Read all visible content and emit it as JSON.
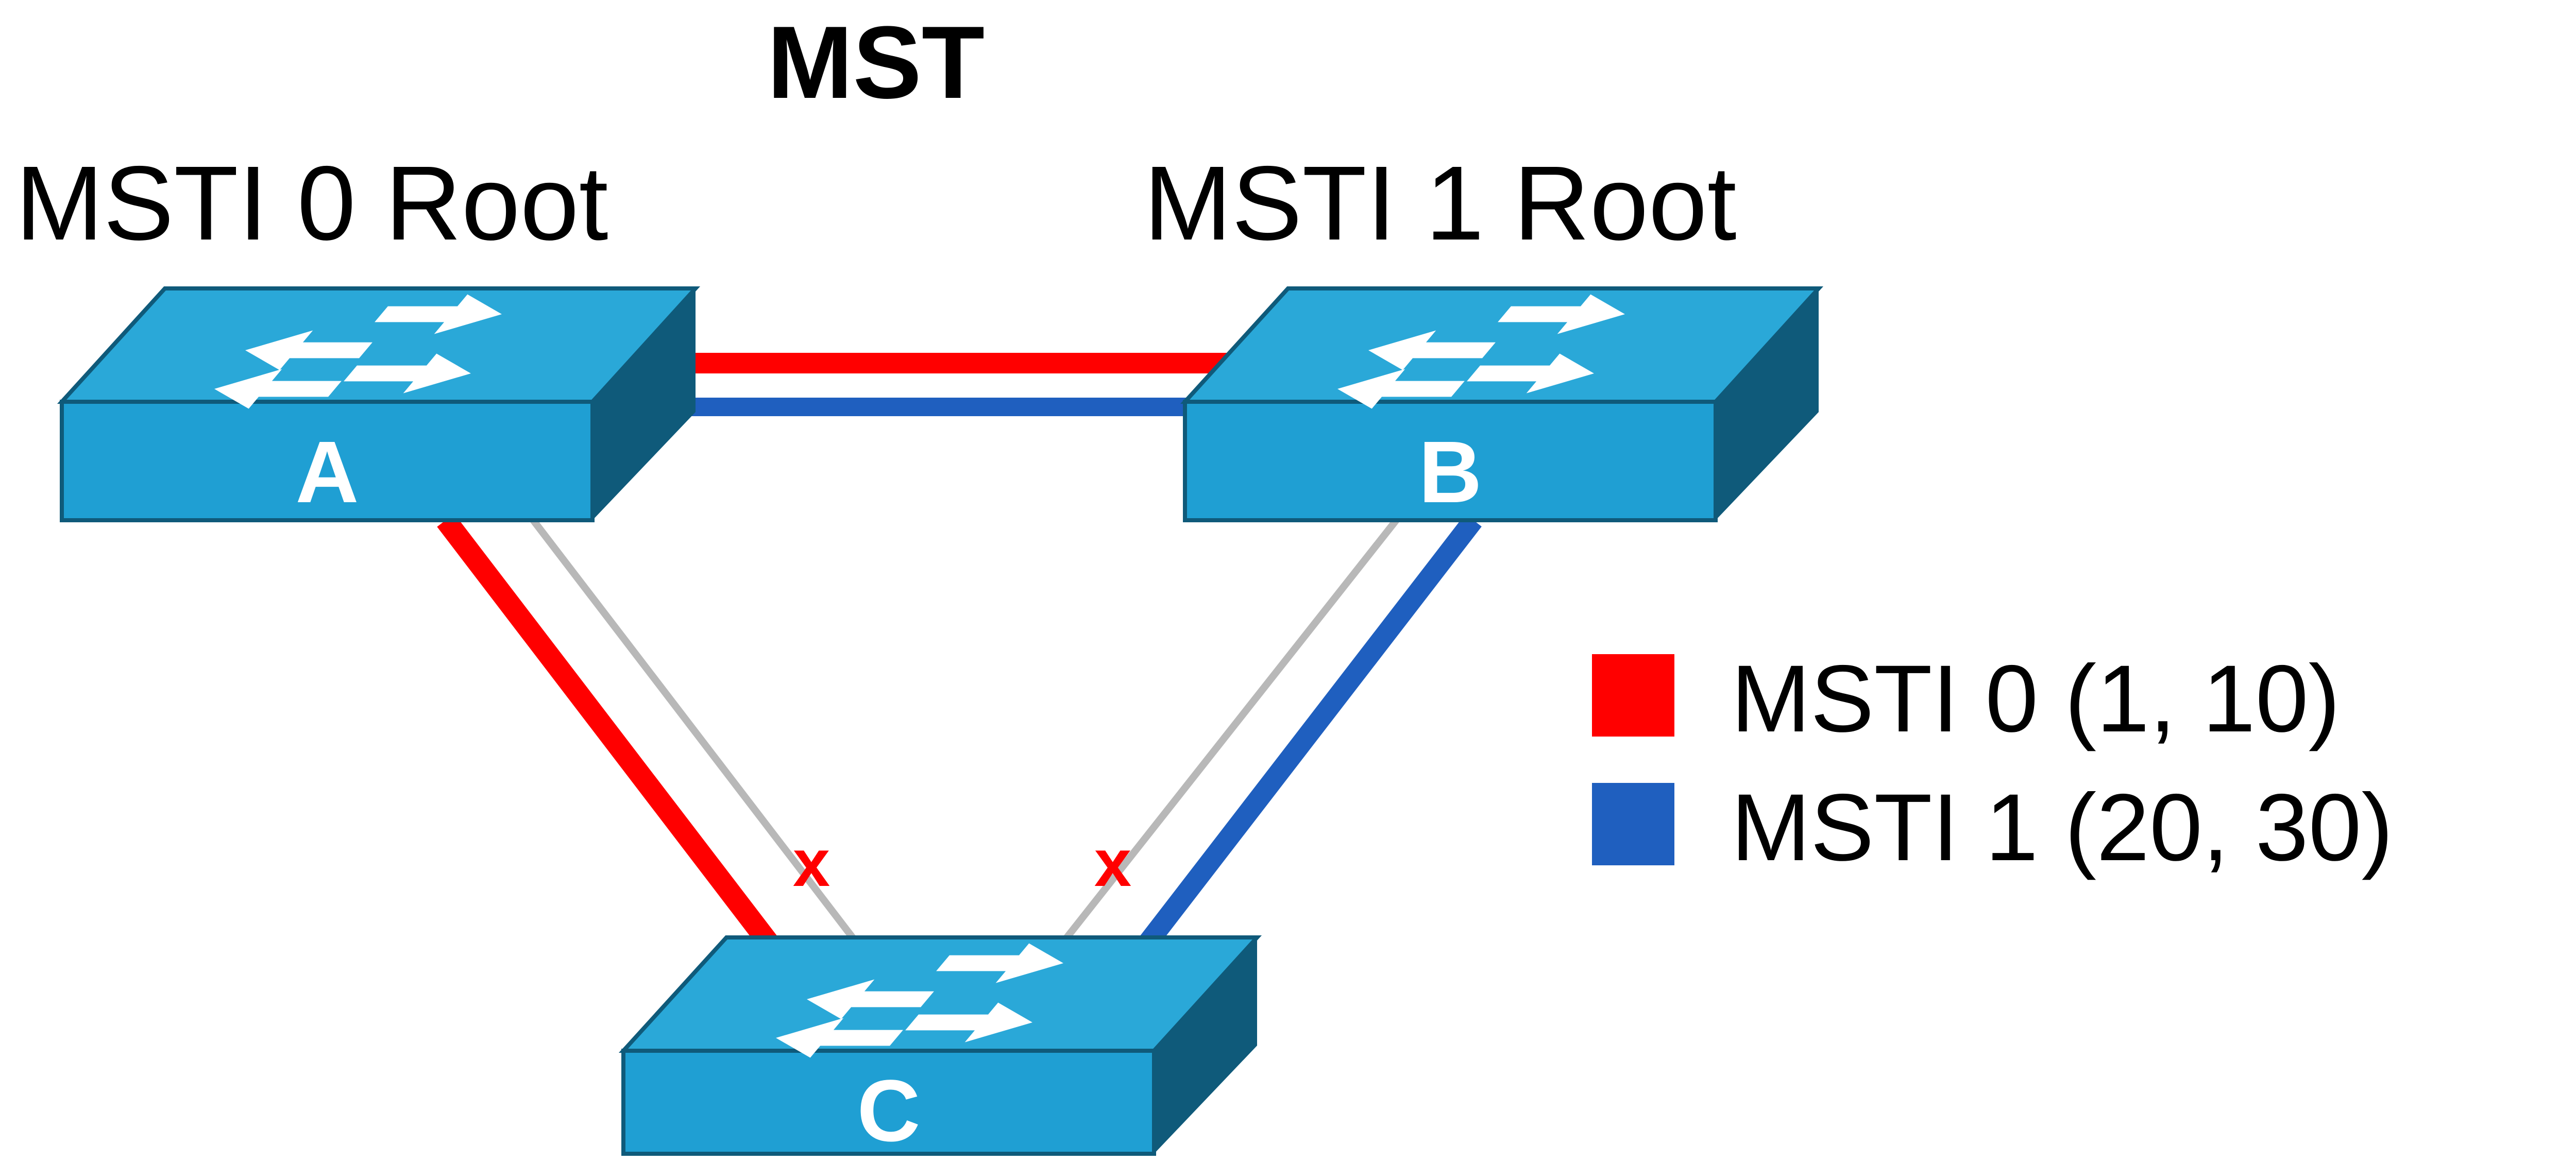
{
  "title": "MST",
  "colors": {
    "msti0": "#ff0000",
    "msti1": "#1f5fbf",
    "physical_link": "#b8b8b8",
    "switch_top": "#2aa8d8",
    "switch_front": "#1f9fd3",
    "switch_side": "#0f5a7a",
    "blocked_mark": "#ff0000"
  },
  "switches": {
    "a": {
      "name": "A",
      "role": "MSTI 0 Root"
    },
    "b": {
      "name": "B",
      "role": "MSTI 1 Root"
    },
    "c": {
      "name": "C"
    }
  },
  "links": [
    {
      "from": "A",
      "to": "B",
      "instances": [
        "MSTI 0",
        "MSTI 1"
      ],
      "blocked": false
    },
    {
      "from": "A",
      "to": "C",
      "instances": [
        "MSTI 0"
      ],
      "blocked_instances": [
        "MSTI 1"
      ]
    },
    {
      "from": "B",
      "to": "C",
      "instances": [
        "MSTI 1"
      ],
      "blocked_instances": [
        "MSTI 0"
      ]
    }
  ],
  "blocked_mark_glyph": "x",
  "legend": [
    {
      "label": "MSTI 0 (1, 10)",
      "color": "#ff0000"
    },
    {
      "label": "MSTI 1 (20, 30)",
      "color": "#1f5fbf"
    }
  ]
}
